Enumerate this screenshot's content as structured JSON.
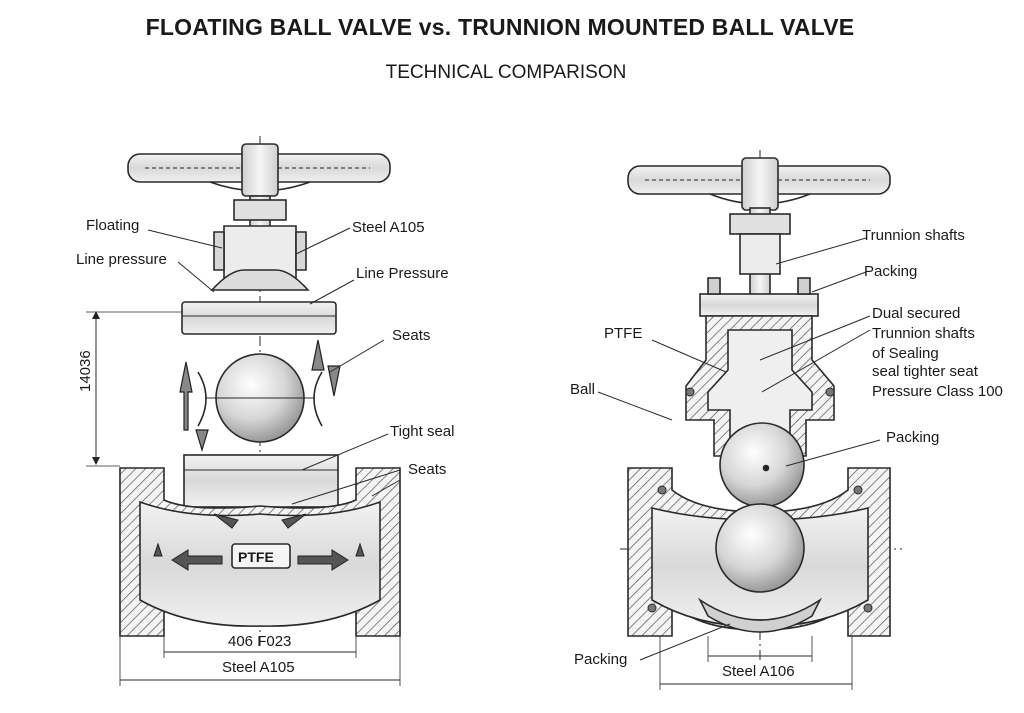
{
  "header": {
    "title": "FLOATING BALL VALVE vs. TRUNNION MOUNTED BALL VALVE",
    "subtitle": "TECHNICAL COMPARISON"
  },
  "left_valve": {
    "labels": {
      "floating": "Floating",
      "line_pressure": "Line pressure",
      "steel_a105": "Steel A105",
      "line_pressure_2": "Line Pressure",
      "seats": "Seats",
      "tight_seal": "Tight seal",
      "seats_2": "Seats",
      "ptfe": "PTFE",
      "height_dim": "14036",
      "dim_top": "406 F023",
      "dim_bottom": "Steel A105"
    }
  },
  "right_valve": {
    "labels": {
      "trunnion_shafts": "Trunnion shafts",
      "packing": "Packing",
      "ptfe": "PTFE",
      "block_1": "Dual secured",
      "block_2": "Trunnion shafts",
      "block_3": "of Sealing",
      "block_4": "seal tighter seat",
      "block_5": "Pressure Class 100",
      "ball": "Ball",
      "packing_2": "Packing",
      "packing_3": "Packing",
      "dim_bottom": "Steel A106"
    }
  },
  "colors": {
    "metal": "#e3e3e3",
    "metal_dark": "#bdbdbd",
    "line": "#2a2a2a"
  },
  "icons": [
    "handwheel-icon",
    "ball-icon",
    "flow-arrow-icon",
    "hatch-pattern"
  ]
}
